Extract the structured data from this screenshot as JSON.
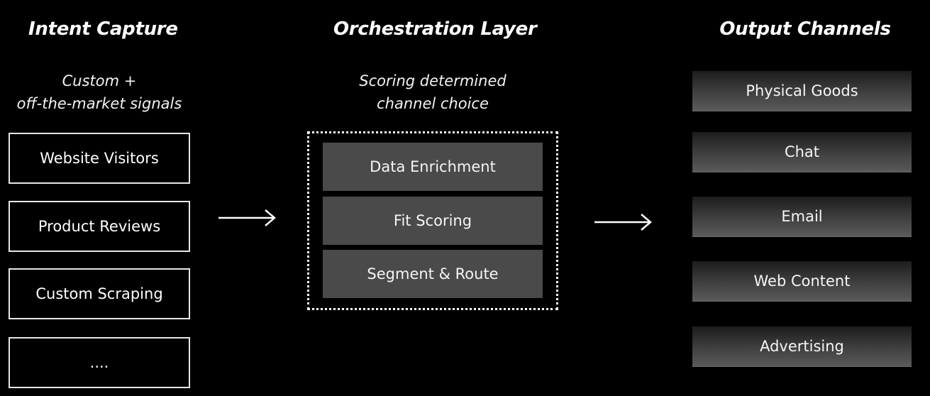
{
  "columns": {
    "intent": {
      "title": "Intent Capture",
      "subtitle_line1": "Custom +",
      "subtitle_line2": "off-the-market signals",
      "items": [
        "Website Visitors",
        "Product Reviews",
        "Custom Scraping",
        "...."
      ]
    },
    "orchestration": {
      "title": "Orchestration Layer",
      "subtitle_line1": "Scoring determined",
      "subtitle_line2": "channel choice",
      "steps": [
        "Data Enrichment",
        "Fit Scoring",
        "Segment & Route"
      ]
    },
    "output": {
      "title": "Output Channels",
      "channels": [
        "Physical Goods",
        "Chat",
        "Email",
        "Web Content",
        "Advertising"
      ]
    }
  },
  "colors": {
    "background": "#000000",
    "text": "#ffffff",
    "step_fill": "#4a4a4a"
  }
}
